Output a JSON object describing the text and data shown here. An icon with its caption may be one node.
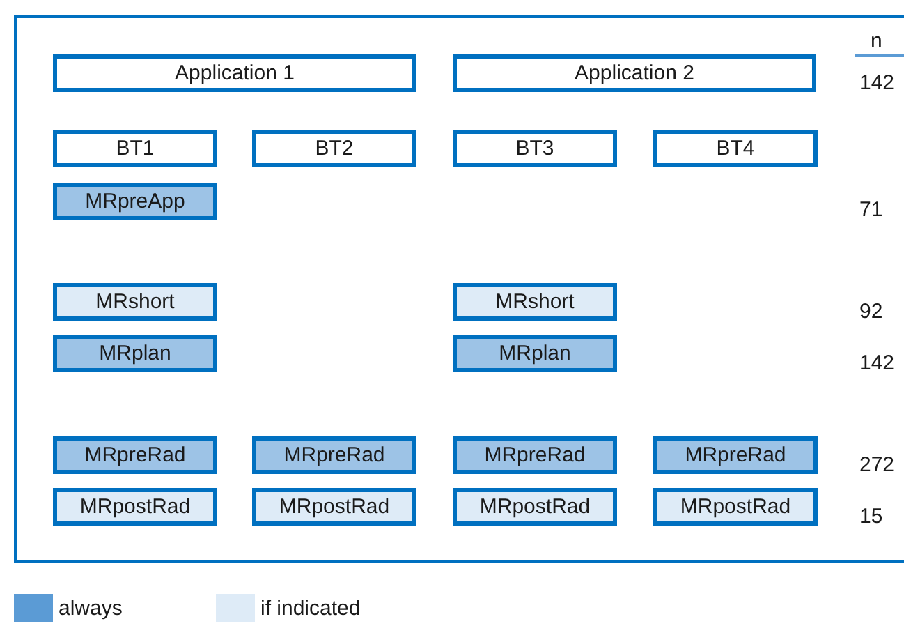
{
  "diagram": {
    "nodes": [
      {
        "text": [
          "Application 1"
        ]
      },
      {
        "text": [
          "Application 2"
        ]
      },
      {
        "text": [
          "BT1"
        ]
      },
      {
        "text": [
          "BT2"
        ]
      },
      {
        "text": [
          "BT3"
        ]
      },
      {
        "text": [
          "BT4"
        ]
      },
      {
        "text": [
          "MRpreApp"
        ]
      },
      {
        "text": [
          "MRshort"
        ]
      },
      {
        "text": [
          "MRshort"
        ]
      },
      {
        "text": [
          "MRplan"
        ]
      },
      {
        "text": [
          "MRplan"
        ]
      },
      {
        "text": [
          "MRpreRad"
        ]
      },
      {
        "text": [
          "MRpreRad"
        ]
      },
      {
        "text": [
          "MRpreRad"
        ]
      },
      {
        "text": [
          "MRpreRad"
        ]
      },
      {
        "text": [
          "MRpostRad"
        ]
      },
      {
        "text": [
          "MRpostRad"
        ]
      },
      {
        "text": [
          "MRpostRad"
        ]
      },
      {
        "text": [
          "MRpostRad"
        ]
      }
    ],
    "labels": [
      "n",
      "142",
      "71",
      "92",
      "142",
      "272",
      "15"
    ],
    "legend": [
      {
        "text": "always",
        "color": "#5b9bd5"
      },
      {
        "text": "if indicated",
        "color": "#deebf7"
      }
    ]
  }
}
